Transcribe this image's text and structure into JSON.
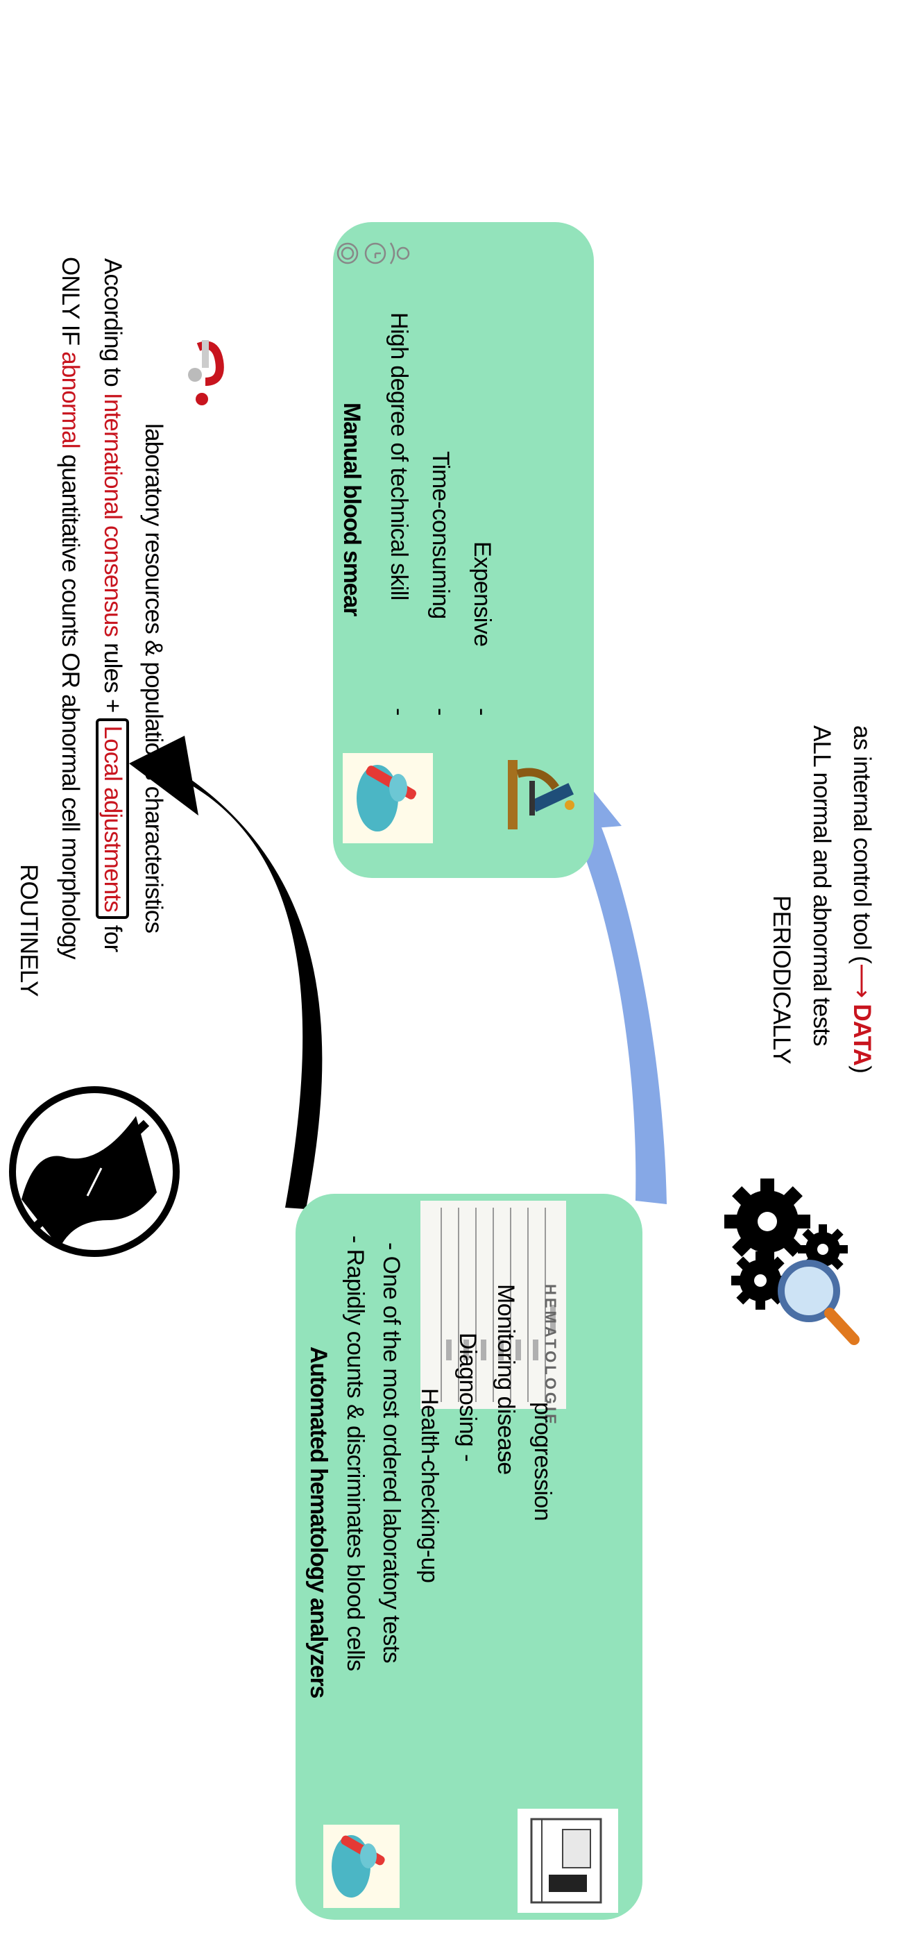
{
  "left_box": {
    "title": "Automated hematology analyzers",
    "lines": [
      "- Rapidly counts  & discriminates blood cells",
      "- One of the most ordered laboratory tests"
    ],
    "bullet": "-",
    "items": [
      "Health checking-up",
      "Diagnosing",
      "Monitoring disease",
      "progression"
    ],
    "report_title": "HEMATOLOGIE"
  },
  "right_box": {
    "title": "Manual blood smear",
    "bullet": "-",
    "items": [
      "High degree of technical skill",
      "Time-consuming",
      "Expensive"
    ]
  },
  "routinely": {
    "heading": "ROUTINELY",
    "line2_prefix": "ONLY IF ",
    "line2_red": "abnormal",
    "line2_suffix": " quantitative counts OR abnormal cell morphology",
    "line3_prefix": "According to ",
    "line3_red": "International consensus",
    "line3_mid": " rules + ",
    "line3_boxed": "Local adjustments",
    "line3_suffix": " for",
    "line4": "laboratory resources  & populations characteristics"
  },
  "periodically": {
    "heading": "PERIODICALLY",
    "line2": "ALL normal and abnormal tests",
    "line3_prefix": "as internal control tool (",
    "line3_arrow": "⟶",
    "line3_red": " DATA",
    "line3_suffix": ")"
  },
  "colors": {
    "box_fill": "#93e3bb",
    "red_text": "#c8141e",
    "black_arrow": "#000000",
    "blue_arrow": "#86a8e6"
  },
  "icons": [
    "no-eye-icon",
    "gears-magnifier-icon",
    "question-figure-icon",
    "blood-tube-hand-icon",
    "microscope-icon",
    "analyzer-machine-icon",
    "lab-report-icon",
    "person-clock-coin-icon"
  ]
}
